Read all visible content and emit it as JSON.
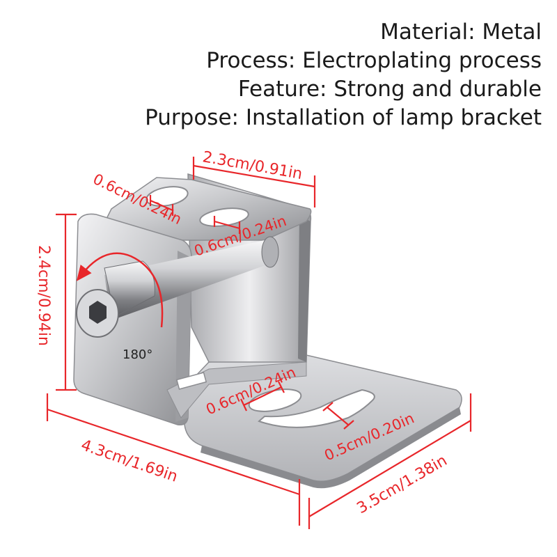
{
  "specs": {
    "material": "Material: Metal",
    "process": "Process: Electroplating process",
    "feature": "Feature: Strong and durable",
    "purpose": "Purpose: Installation of lamp bracket"
  },
  "dimensions": {
    "top_width": "2.3cm/0.91in",
    "hole_left": "0.6cm/0.24in",
    "hole_right": "0.6cm/0.24in",
    "height": "2.4cm/0.94in",
    "hole_base": "0.6cm/0.24in",
    "slot_width": "0.5cm/0.20in",
    "length": "4.3cm/1.69in",
    "base_width": "3.5cm/1.38in"
  },
  "rotation_label": "180°",
  "colors": {
    "dimension": "#e8262a",
    "metal_light": "#e9e9eb",
    "metal_dark": "#8d8e92"
  }
}
